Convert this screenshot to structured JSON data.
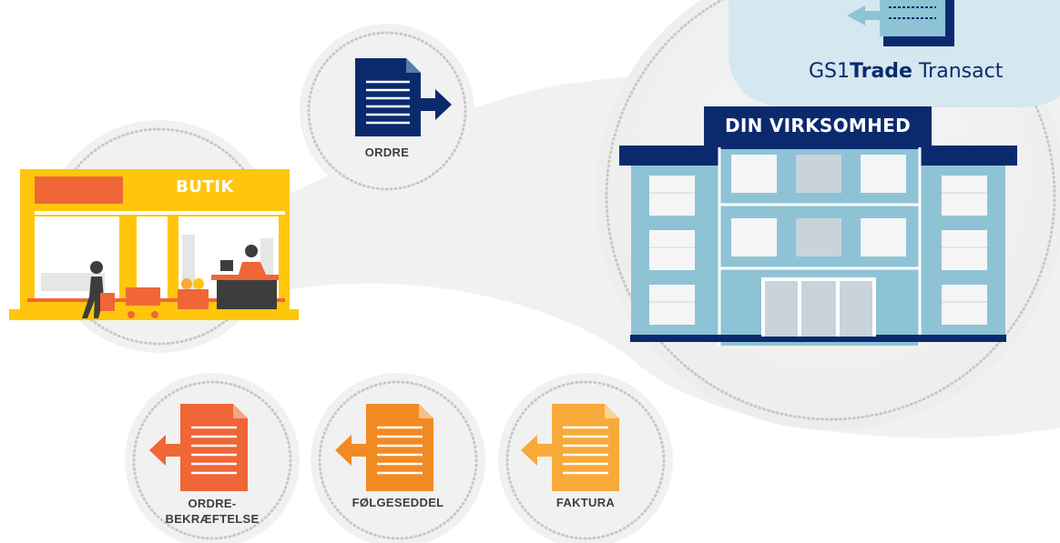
{
  "service": {
    "prefix": "GS1",
    "bold": "Trade",
    "suffix": " Transact"
  },
  "company": {
    "label": "DIN VIRKSOMHED"
  },
  "shop": {
    "label": "BUTIK"
  },
  "documents": {
    "order": {
      "label": "ORDRE",
      "color": "#0b2a6e",
      "direction": "right"
    },
    "confirmation": {
      "line1": "ORDRE-",
      "line2": "BEKRÆFTELSE",
      "color": "#ef6637",
      "direction": "left"
    },
    "delivery_note": {
      "label": "FØLGESEDDEL",
      "color": "#f28a24",
      "direction": "left"
    },
    "invoice": {
      "label": "FAKTURA",
      "color": "#f7aa3a",
      "direction": "left"
    }
  },
  "colors": {
    "navy": "#0b2a6e",
    "building": "#8ec3d6",
    "cloud": "#d5e7ef",
    "shop_yellow": "#ffc60b",
    "shop_orange": "#ef6637",
    "bubble": "#f2f2f2",
    "dots": "#c8c8c8"
  }
}
